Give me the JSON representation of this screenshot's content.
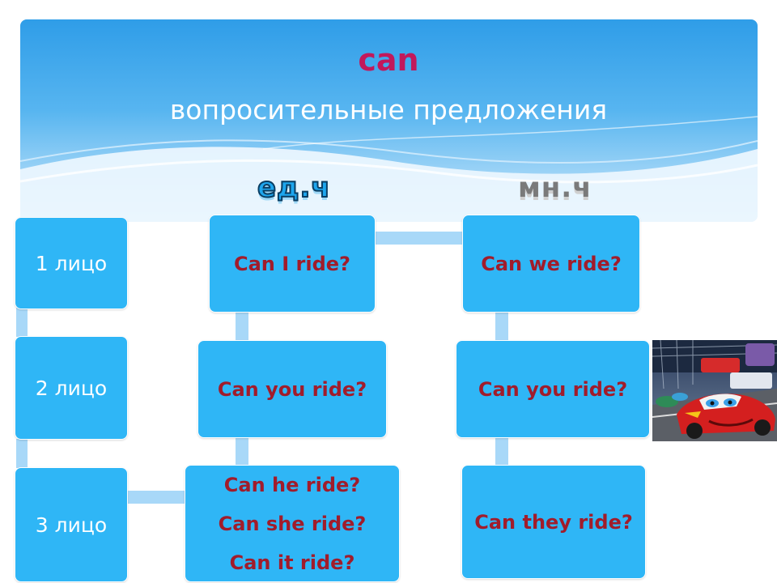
{
  "header": {
    "title": "can",
    "subtitle": "вопросительные предложения"
  },
  "columns": {
    "singular": "ед.ч",
    "plural": "мн.ч"
  },
  "persons": [
    "1 лицо",
    "2 лицо",
    "3 лицо"
  ],
  "singular_forms": {
    "first": "Can I ride?",
    "second": "Can you ride?",
    "third": [
      "Can he ride?",
      "Can she ride?",
      "Can it ride?"
    ]
  },
  "plural_forms": {
    "first": "Can we ride?",
    "second": "Can you ride?",
    "third": "Can they ride?"
  },
  "colors": {
    "box": "#2fb6f6",
    "connector": "#a8d8f8",
    "title": "#c2185b",
    "answer_text": "#a11c2b"
  }
}
